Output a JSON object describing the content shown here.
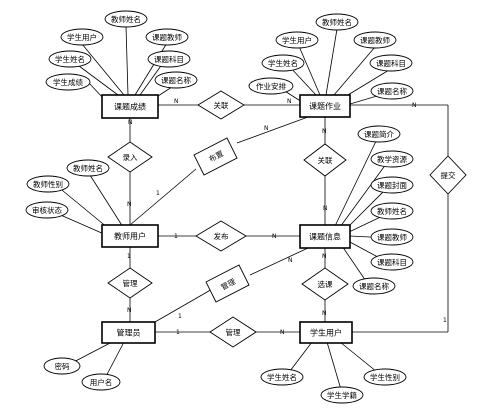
{
  "entities": {
    "course_grade": "课题成绩",
    "course_work": "课题作业",
    "teacher_user": "教师用户",
    "course_info": "课题信息",
    "admin": "管理员",
    "student_user": "学生用户"
  },
  "relations": {
    "r_grade_work": "关联",
    "r_teacher_grade": "录入",
    "r_teacher_work": "布置",
    "r_work_info": "关联",
    "r_publish": "发布",
    "r_submit": "提交",
    "r_admin_teacher": "管理",
    "r_admin_info": "管理",
    "r_select": "选课",
    "r_admin_student": "管理"
  },
  "attributes": {
    "g_student_user": "学生用户",
    "g_teacher_name": "教师姓名",
    "g_course_teacher": "课题教师",
    "g_student_name": "学生姓名",
    "g_course_subject": "课题科目",
    "g_student_grade": "学生成绩",
    "g_course_name": "课题名称",
    "w_student_user": "学生用户",
    "w_teacher_name": "教师姓名",
    "w_course_teacher": "课题教师",
    "w_student_name": "学生姓名",
    "w_course_subject": "课题科目",
    "w_homework": "作业安排",
    "w_course_name": "课题名称",
    "t_teacher_name": "教师姓名",
    "t_teacher_gender": "教师性别",
    "t_audit_status": "审核状态",
    "i_intro": "课题简介",
    "i_resources": "教学资源",
    "i_cover": "课题封面",
    "i_teacher_name": "教师姓名",
    "i_course_teacher": "课题教师",
    "i_course_subject": "课题科目",
    "i_course_name": "课题名称",
    "a_password": "密码",
    "a_username": "用户名",
    "s_student_name": "学生姓名",
    "s_student_gender": "学生性别",
    "s_student_id": "学生学籍"
  },
  "cardinalities": {
    "n": "N",
    "one": "1"
  }
}
